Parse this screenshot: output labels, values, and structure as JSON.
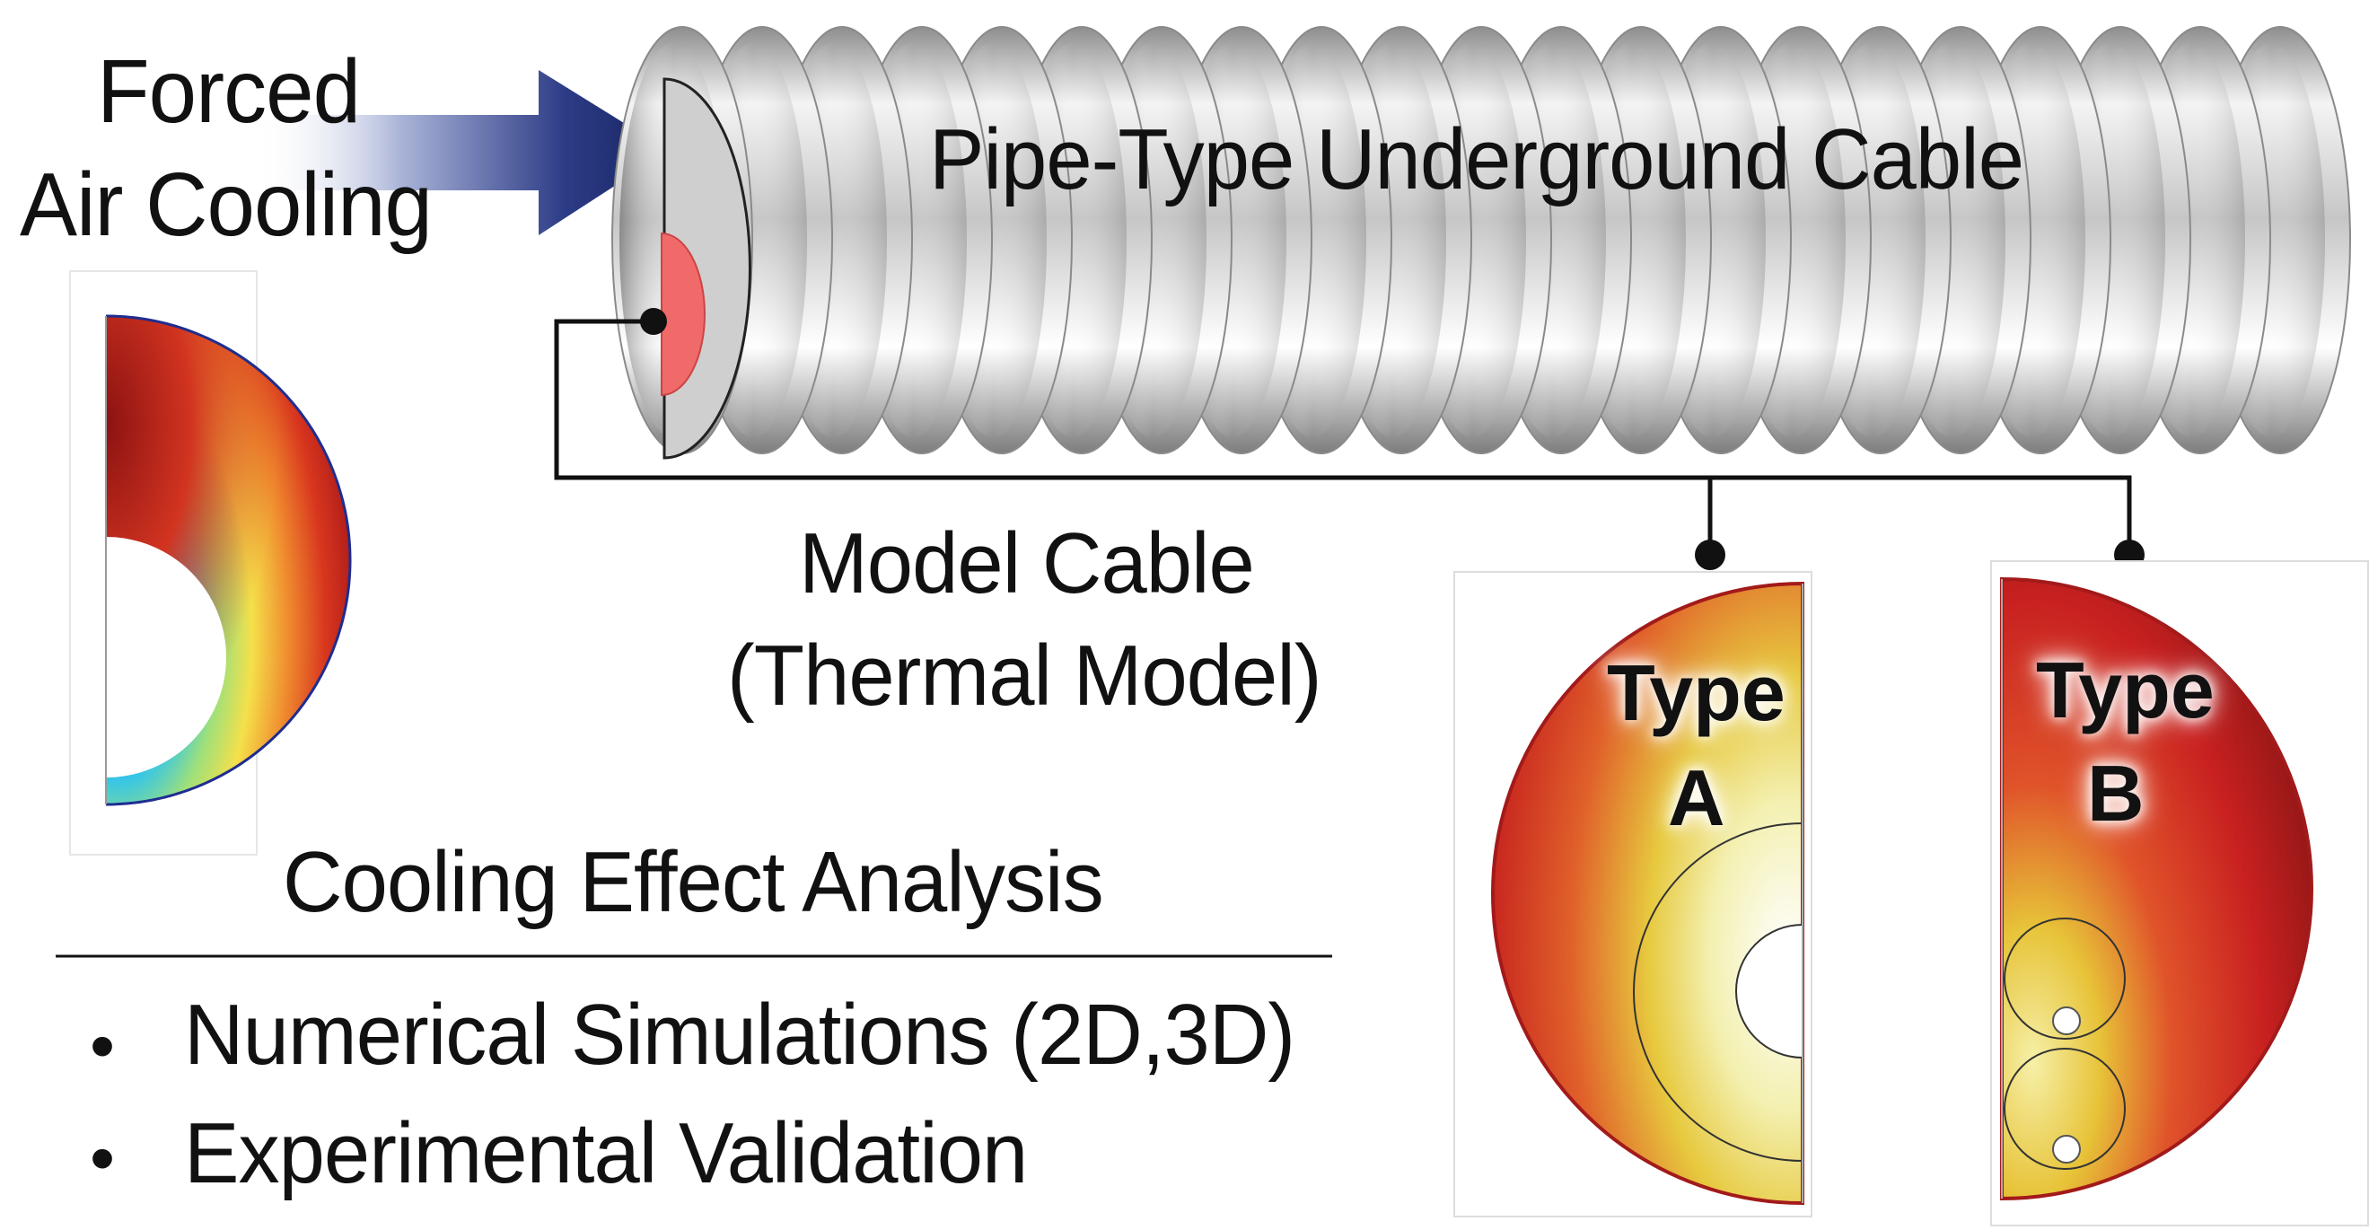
{
  "labels": {
    "forced": "Forced",
    "air_cooling": "Air Cooling",
    "pipe_cable": "Pipe-Type Underground Cable",
    "model_cable": "Model Cable",
    "thermal_model": "(Thermal Model)",
    "cooling_analysis": "Cooling Effect Analysis"
  },
  "bullets": [
    "Numerical Simulations (2D,3D)",
    "Experimental Validation"
  ],
  "bullet_symbol": "•",
  "types": {
    "a": {
      "word": "Type",
      "letter": "A"
    },
    "b": {
      "word": "Type",
      "letter": "B"
    }
  },
  "colors": {
    "arrow": "#1c2a6b",
    "pipe": "#c4c4c4",
    "hot": "#b01e1e",
    "warm": "#e8d84a",
    "cool": "#2a3fbf"
  },
  "icons": [
    "arrow-right-icon",
    "connector-dot-icon"
  ]
}
